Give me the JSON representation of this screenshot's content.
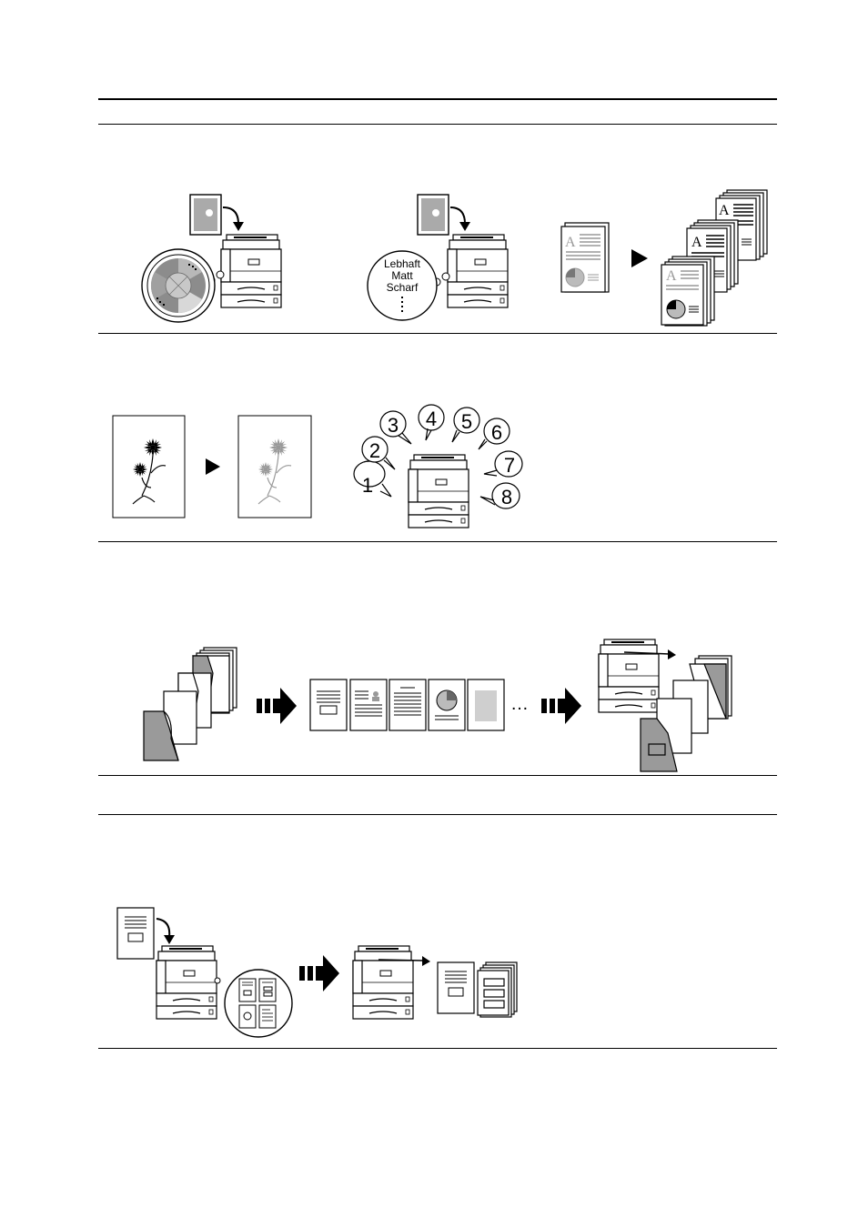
{
  "section_1": {
    "sharpness_bubble": {
      "line_1": "Lebhaft",
      "line_2": "Matt",
      "line_3": "Scharf"
    },
    "page_letter_small": "A",
    "page_letter_copies": [
      "A",
      "A",
      "A"
    ]
  },
  "section_2": {
    "program_numbers": [
      "1",
      "2",
      "3",
      "4",
      "5",
      "6",
      "7",
      "8"
    ]
  },
  "section_3": {
    "ellipsis": "…"
  },
  "colors": {
    "ink": "#000000",
    "gray_dark": "#9a9a9a",
    "gray_mid": "#b4b4b4",
    "gray_light": "#d2d2d2",
    "paper": "#ffffff"
  }
}
